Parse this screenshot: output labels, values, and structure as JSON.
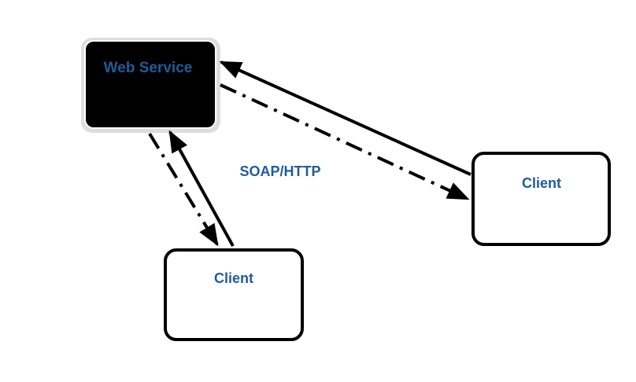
{
  "diagram": {
    "web_service_label": "Web Service",
    "protocol_label": "SOAP/HTTP",
    "clients": [
      {
        "label": "Client"
      },
      {
        "label": "Client"
      }
    ]
  },
  "colors": {
    "label_text": "#1f5c99",
    "service_fill": "#000000",
    "client_fill": "#ffffff",
    "stroke": "#000000"
  }
}
